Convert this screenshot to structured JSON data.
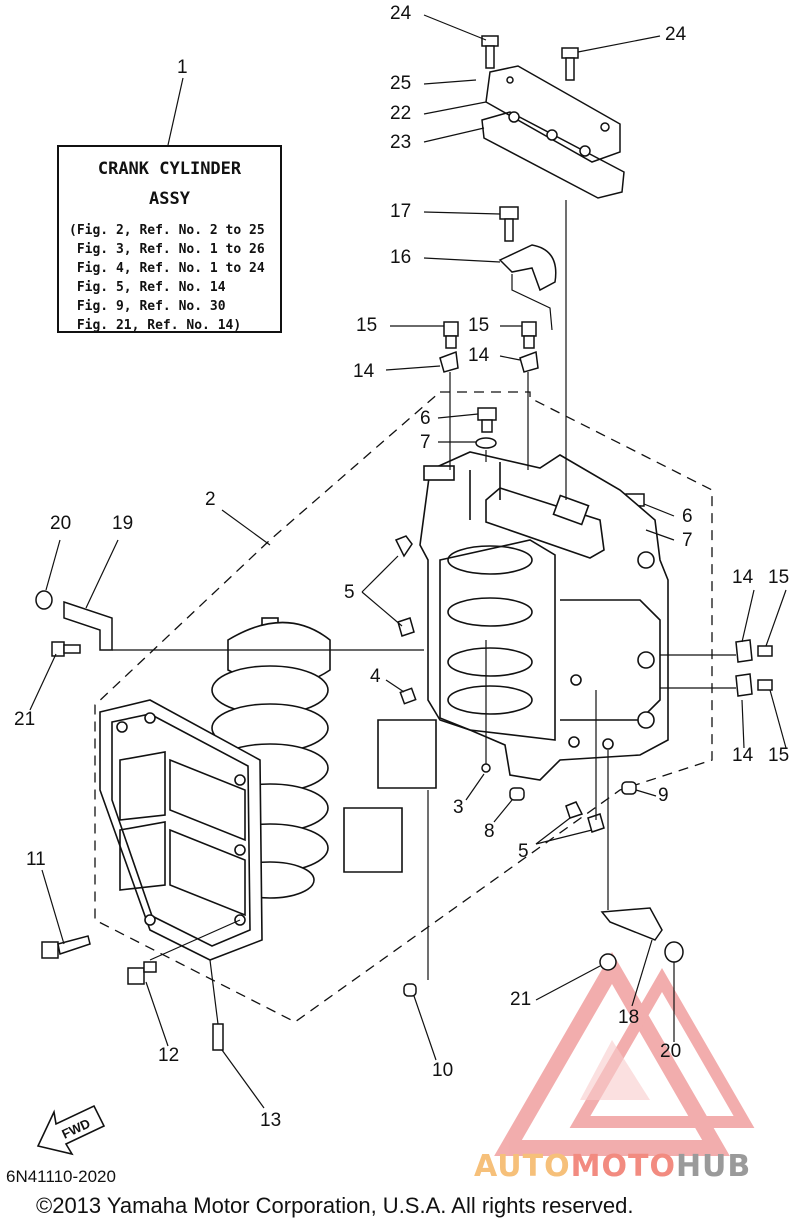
{
  "assy_box": {
    "ref": "1",
    "title_line1": "CRANK CYLINDER",
    "title_line2": "ASSY",
    "lines": [
      "(Fig. 2, Ref. No. 2 to 25",
      " Fig. 3, Ref. No. 1 to 26",
      " Fig. 4, Ref. No. 1 to 24",
      " Fig. 5, Ref. No. 14",
      " Fig. 9, Ref. No. 30",
      " Fig. 21, Ref. No. 14)"
    ]
  },
  "callouts": {
    "c24a": "24",
    "c24b": "24",
    "c25": "25",
    "c22": "22",
    "c23": "23",
    "c17": "17",
    "c16": "16",
    "c15a": "15",
    "c15b": "15",
    "c14a": "14",
    "c14b": "14",
    "c6a": "6",
    "c7a": "7",
    "c6b": "6",
    "c7b": "7",
    "c2": "2",
    "c20a": "20",
    "c19": "19",
    "c5a": "5",
    "c14c": "14",
    "c15c": "15",
    "c21a": "21",
    "c4": "4",
    "c14d": "14",
    "c15d": "15",
    "c3": "3",
    "c8": "8",
    "c9": "9",
    "c5b": "5",
    "c11": "11",
    "c21b": "21",
    "c18": "18",
    "c20b": "20",
    "c12": "12",
    "c10": "10",
    "c13": "13"
  },
  "fwd_label": "FWD",
  "part_number": "6N41110-2020",
  "copyright": "©2013 Yamaha Motor Corporation, U.S.A. All rights reserved.",
  "watermark": {
    "part1": "AUTO",
    "part2": "MOTO",
    "part3": "HUB"
  }
}
